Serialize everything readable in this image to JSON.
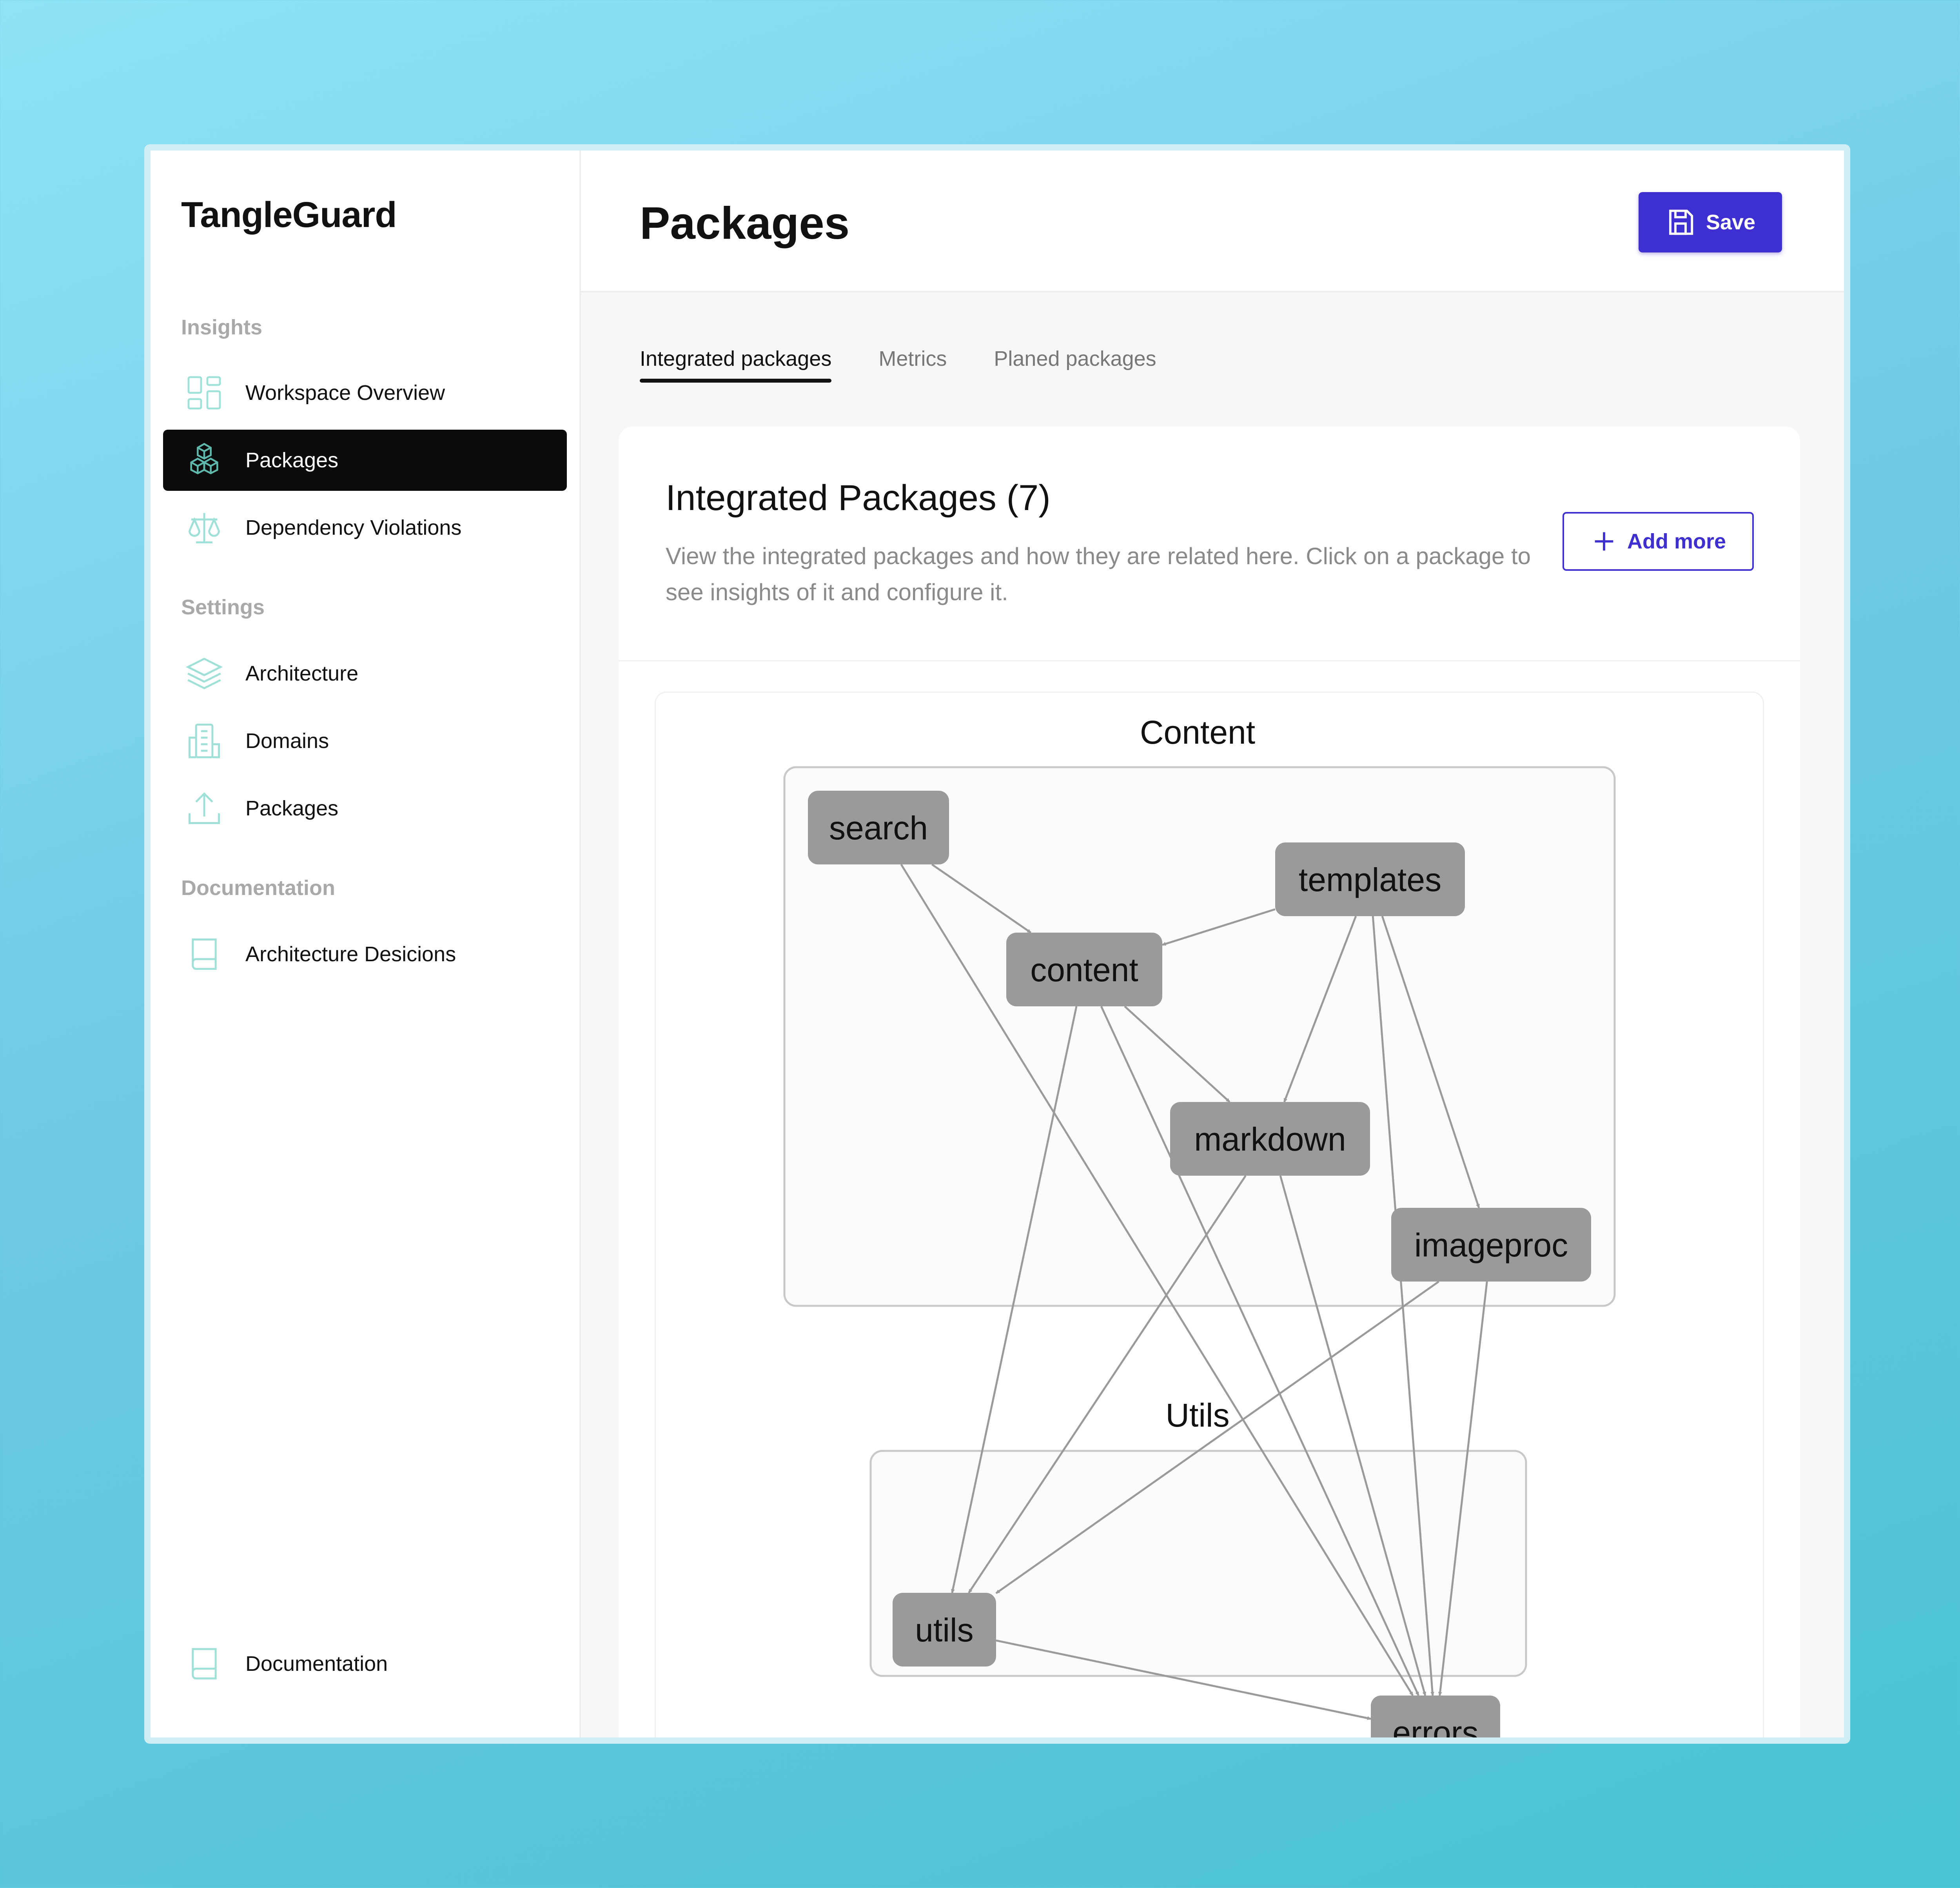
{
  "app": {
    "brand": "TangleGuard"
  },
  "sidebar": {
    "sections": [
      {
        "title": "Insights",
        "items": [
          {
            "label": "Workspace Overview",
            "icon": "dashboard-icon"
          },
          {
            "label": "Packages",
            "icon": "cubes-icon",
            "active": true
          },
          {
            "label": "Dependency Violations",
            "icon": "scale-icon"
          }
        ]
      },
      {
        "title": "Settings",
        "items": [
          {
            "label": "Architecture",
            "icon": "layers-icon"
          },
          {
            "label": "Domains",
            "icon": "building-icon"
          },
          {
            "label": "Packages",
            "icon": "upload-icon"
          }
        ]
      },
      {
        "title": "Documentation",
        "items": [
          {
            "label": "Architecture Desicions",
            "icon": "book-icon"
          }
        ]
      }
    ],
    "footer": {
      "label": "Documentation",
      "icon": "book-icon"
    }
  },
  "header": {
    "title": "Packages",
    "save_label": "Save"
  },
  "tabs": [
    {
      "label": "Integrated packages",
      "active": true
    },
    {
      "label": "Metrics"
    },
    {
      "label": "Planed packages"
    }
  ],
  "card": {
    "title": "Integrated Packages (7)",
    "description": "View the integrated packages and how they are related here. Click on a package to see insights of it and configure it.",
    "add_more_label": "Add more"
  },
  "graph": {
    "clusters": [
      {
        "id": "content",
        "label": "Content",
        "nodes": [
          "search",
          "templates",
          "content",
          "markdown",
          "imageproc"
        ]
      },
      {
        "id": "utils",
        "label": "Utils",
        "nodes": [
          "utils",
          "errors"
        ]
      }
    ],
    "nodes": [
      "search",
      "templates",
      "content",
      "markdown",
      "imageproc",
      "utils",
      "errors"
    ],
    "edges": [
      [
        "search",
        "content"
      ],
      [
        "search",
        "errors"
      ],
      [
        "templates",
        "content"
      ],
      [
        "templates",
        "markdown"
      ],
      [
        "templates",
        "imageproc"
      ],
      [
        "templates",
        "errors"
      ],
      [
        "content",
        "markdown"
      ],
      [
        "content",
        "utils"
      ],
      [
        "content",
        "errors"
      ],
      [
        "markdown",
        "utils"
      ],
      [
        "markdown",
        "errors"
      ],
      [
        "imageproc",
        "utils"
      ],
      [
        "imageproc",
        "errors"
      ],
      [
        "utils",
        "errors"
      ]
    ],
    "colors": {
      "node": "#9a9a9a",
      "edge": "#9a9a9a",
      "cluster_border": "#c8c8c8",
      "cluster_fill": "#fbfbfd"
    }
  },
  "colors": {
    "accent": "#3d2fd0",
    "icon_teal": "#9fe0d8",
    "active_bg": "#0b0b0c"
  }
}
